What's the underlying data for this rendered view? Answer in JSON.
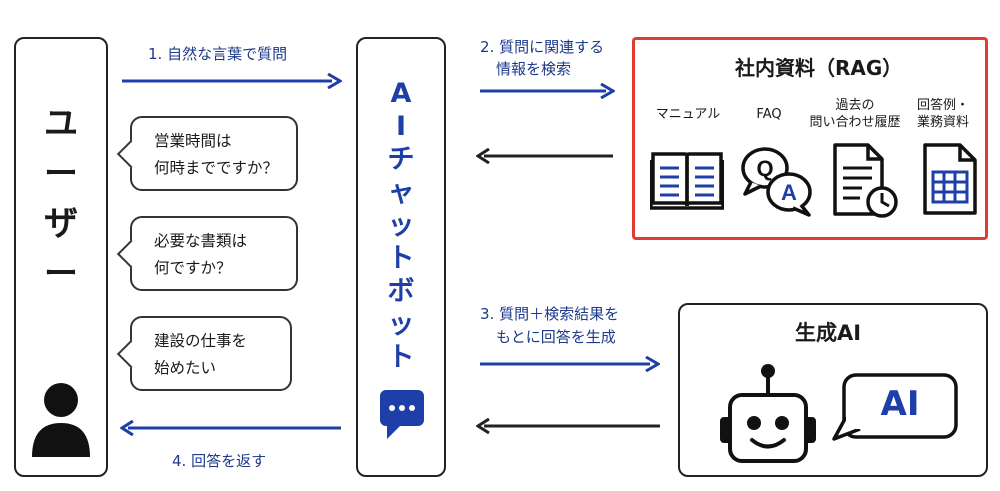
{
  "user_panel": {
    "title_chars": [
      "ユ",
      "ー",
      "ザ",
      "ー"
    ]
  },
  "chatbot_panel": {
    "title_chars": [
      "A",
      "I",
      "チ",
      "ャ",
      "ッ",
      "ト",
      "ボ",
      "ッ",
      "ト"
    ]
  },
  "steps": {
    "step1": "1. 自然な言葉で質問",
    "step2_line1": "2. 質問に関連する",
    "step2_line2": "情報を検索",
    "step3_line1": "3. 質問＋検索結果を",
    "step3_line2": "もとに回答を生成",
    "step4": "4. 回答を返す"
  },
  "bubbles": [
    {
      "line1": "営業時間は",
      "line2": "何時までですか？"
    },
    {
      "line1": "必要な書類は",
      "line2": "何ですか？"
    },
    {
      "line1": "建設の仕事を",
      "line2": "始めたい"
    }
  ],
  "resources": {
    "title": "社内資料（RAG）",
    "items": [
      {
        "line1": "マニュアル",
        "line2": "",
        "icon": "book-icon"
      },
      {
        "line1": "FAQ",
        "line2": "",
        "icon": "qa-bubbles-icon"
      },
      {
        "line1": "過去の",
        "line2": "問い合わせ履歴",
        "icon": "history-document-icon"
      },
      {
        "line1": "回答例・",
        "line2": "業務資料",
        "icon": "spreadsheet-icon"
      }
    ],
    "accent_color": "#e03c31"
  },
  "generative_ai": {
    "title": "生成AI",
    "speech_text": "AI"
  },
  "colors": {
    "arrow_blue": "#1f3fa8",
    "text_blue": "#1e3a8a",
    "border": "#222222"
  }
}
